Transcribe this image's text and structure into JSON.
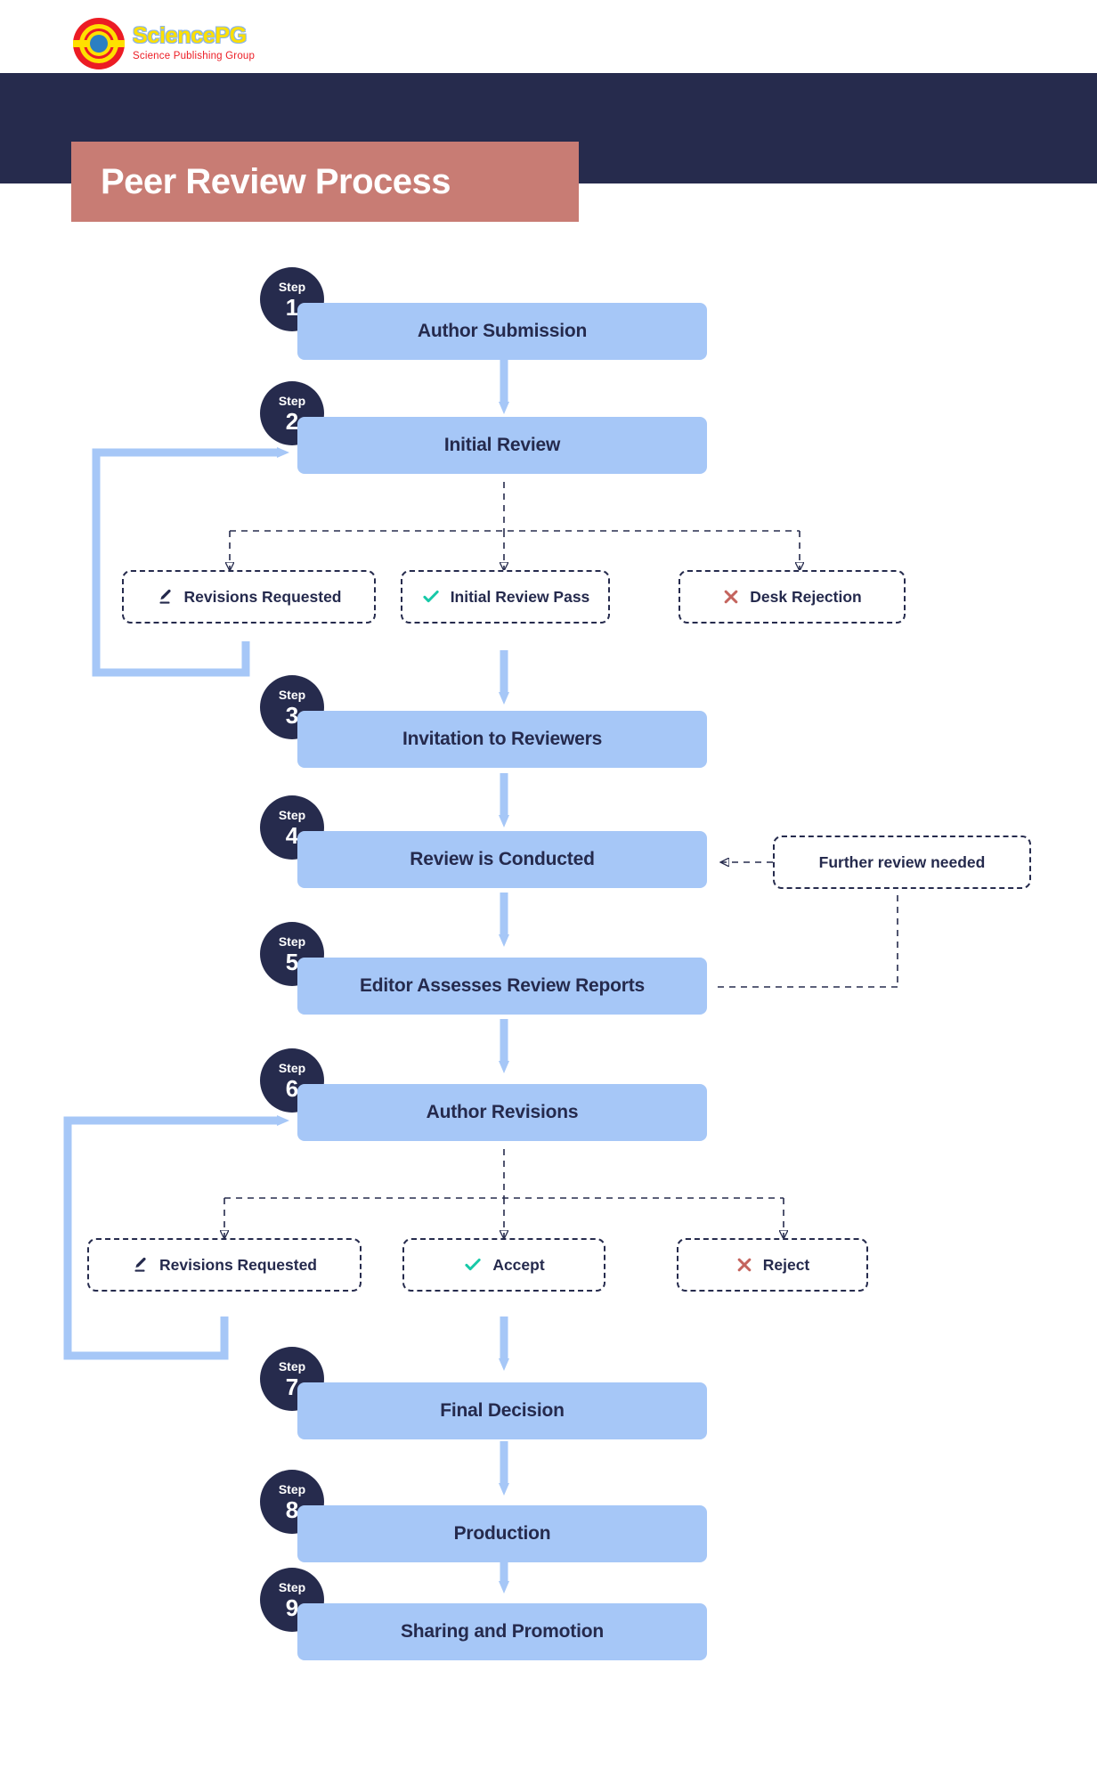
{
  "brand": {
    "name": "SciencePG",
    "tagline": "Science Publishing Group",
    "logo_icon": "sciencepg-circle-logo",
    "colors": {
      "red": "#ec1c24",
      "yellow": "#ffe000",
      "blue": "#2b7fc3"
    }
  },
  "header": {
    "title": "Peer Review Process",
    "band_color": "#c87c74",
    "bar_color": "#262b4d"
  },
  "theme": {
    "step_box_fill": "#a6c7f7",
    "badge_fill": "#262b4d",
    "text_color": "#252a4d",
    "arrow_color": "#a6c7f7",
    "dashed_color": "#262b4d",
    "accept_color": "#18c9a8",
    "reject_color": "#c4645e"
  },
  "chart_data": {
    "type": "diagram",
    "title": "Peer Review Process",
    "nodes": [
      {
        "id": "s1",
        "kind": "step",
        "step_label": "Step",
        "step_number": "1",
        "label": "Author Submission"
      },
      {
        "id": "s2",
        "kind": "step",
        "step_label": "Step",
        "step_number": "2",
        "label": "Initial Review"
      },
      {
        "id": "d1a",
        "kind": "decision",
        "label": "Revisions Requested",
        "icon": "pencil-icon"
      },
      {
        "id": "d1b",
        "kind": "decision",
        "label": "Initial Review Pass",
        "icon": "check-icon"
      },
      {
        "id": "d1c",
        "kind": "decision",
        "label": "Desk Rejection",
        "icon": "cross-icon"
      },
      {
        "id": "s3",
        "kind": "step",
        "step_label": "Step",
        "step_number": "3",
        "label": "Invitation to Reviewers"
      },
      {
        "id": "s4",
        "kind": "step",
        "step_label": "Step",
        "step_number": "4",
        "label": "Review is Conducted"
      },
      {
        "id": "note1",
        "kind": "note",
        "label": "Further review needed"
      },
      {
        "id": "s5",
        "kind": "step",
        "step_label": "Step",
        "step_number": "5",
        "label": "Editor Assesses Review Reports"
      },
      {
        "id": "s6",
        "kind": "step",
        "step_label": "Step",
        "step_number": "6",
        "label": "Author Revisions"
      },
      {
        "id": "d2a",
        "kind": "decision",
        "label": "Revisions Requested",
        "icon": "pencil-icon"
      },
      {
        "id": "d2b",
        "kind": "decision",
        "label": "Accept",
        "icon": "check-icon"
      },
      {
        "id": "d2c",
        "kind": "decision",
        "label": "Reject",
        "icon": "cross-icon"
      },
      {
        "id": "s7",
        "kind": "step",
        "step_label": "Step",
        "step_number": "7",
        "label": "Final Decision"
      },
      {
        "id": "s8",
        "kind": "step",
        "step_label": "Step",
        "step_number": "8",
        "label": "Production"
      },
      {
        "id": "s9",
        "kind": "step",
        "step_label": "Step",
        "step_number": "9",
        "label": "Sharing and Promotion"
      }
    ],
    "edges": [
      {
        "from": "s1",
        "to": "s2",
        "style": "solid"
      },
      {
        "from": "s2",
        "to": "d1a",
        "style": "dashed"
      },
      {
        "from": "s2",
        "to": "d1b",
        "style": "dashed"
      },
      {
        "from": "s2",
        "to": "d1c",
        "style": "dashed"
      },
      {
        "from": "d1a",
        "to": "s2",
        "style": "solid",
        "kind": "feedback-loop"
      },
      {
        "from": "d1b",
        "to": "s3",
        "style": "solid"
      },
      {
        "from": "s3",
        "to": "s4",
        "style": "solid"
      },
      {
        "from": "note1",
        "to": "s4",
        "style": "dashed"
      },
      {
        "from": "s5",
        "to": "note1",
        "style": "dashed"
      },
      {
        "from": "s4",
        "to": "s5",
        "style": "solid"
      },
      {
        "from": "s5",
        "to": "s6",
        "style": "solid"
      },
      {
        "from": "s6",
        "to": "d2a",
        "style": "dashed"
      },
      {
        "from": "s6",
        "to": "d2b",
        "style": "dashed"
      },
      {
        "from": "s6",
        "to": "d2c",
        "style": "dashed"
      },
      {
        "from": "d2a",
        "to": "s6",
        "style": "solid",
        "kind": "feedback-loop"
      },
      {
        "from": "d2b",
        "to": "s7",
        "style": "solid"
      },
      {
        "from": "s7",
        "to": "s8",
        "style": "solid"
      },
      {
        "from": "s8",
        "to": "s9",
        "style": "solid"
      }
    ]
  }
}
